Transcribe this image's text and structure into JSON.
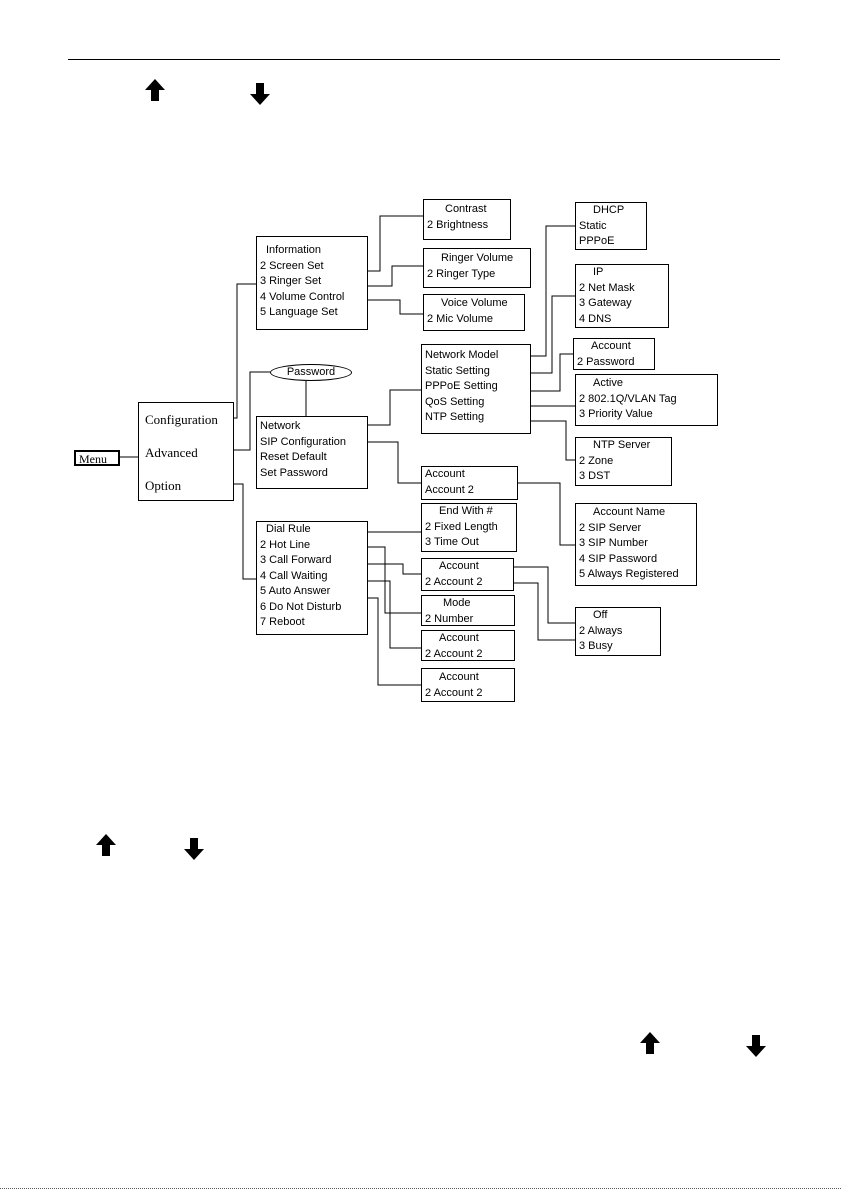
{
  "page": {
    "arrows": [
      "arrow-up-icon",
      "arrow-down-icon"
    ]
  },
  "diagram": {
    "root": "Menu",
    "level1": [
      "Configuration",
      "Advanced",
      "Option"
    ],
    "password_gate": "Password",
    "configuration": [
      "Information",
      "2 Screen Set",
      "3 Ringer Set",
      "4 Volume Control",
      "5 Language Set"
    ],
    "screen_set": [
      "Contrast",
      "2 Brightness"
    ],
    "ringer_set": [
      "Ringer Volume",
      "2 Ringer Type"
    ],
    "volume_control": [
      "Voice Volume",
      "2 Mic Volume"
    ],
    "advanced": [
      "Network",
      "SIP Configuration",
      "Reset Default",
      "Set Password"
    ],
    "network": [
      "Network Model",
      "Static Setting",
      "PPPoE Setting",
      "QoS Setting",
      "NTP Setting"
    ],
    "network_model": [
      "DHCP",
      "Static",
      "PPPoE"
    ],
    "static_setting": [
      "IP",
      "2 Net Mask",
      "3 Gateway",
      "4 DNS"
    ],
    "pppoe_setting": [
      "Account",
      "2 Password"
    ],
    "qos_setting": [
      "Active",
      "2 802.1Q/VLAN Tag",
      "3 Priority Value"
    ],
    "ntp_setting": [
      "NTP Server",
      "2 Zone",
      "3 DST"
    ],
    "sip_configuration": [
      "Account",
      "Account 2"
    ],
    "sip_account": [
      "Account Name",
      "2 SIP Server",
      "3 SIP Number",
      "4 SIP Password",
      "5 Always Registered"
    ],
    "option": [
      "Dial Rule",
      "2 Hot Line",
      "3 Call Forward",
      "4 Call Waiting",
      "5 Auto Answer",
      "6 Do Not Disturb",
      "7 Reboot"
    ],
    "dial_rule": [
      "End With #",
      "2 Fixed Length",
      "3 Time Out"
    ],
    "call_forward": [
      "Account",
      "2 Account 2"
    ],
    "forward_mode": [
      "Off",
      "2 Always",
      "3 Busy"
    ],
    "hot_line": [
      "Mode",
      "2 Number"
    ],
    "call_waiting": [
      "Account",
      "2 Account 2"
    ],
    "auto_answer": [
      "Account",
      "2 Account 2"
    ]
  }
}
